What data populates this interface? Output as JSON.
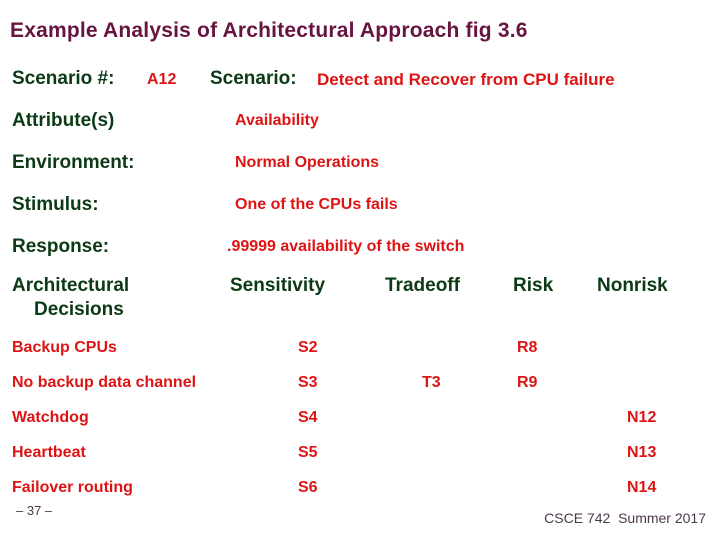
{
  "slide": {
    "title": "Example Analysis of Architectural Approach fig 3.6",
    "footer_left": "– 37 –",
    "footer_right": "CSCE 742  Summer 2017"
  },
  "scenario_header": {
    "number_label": "Scenario #:",
    "number_value": "A12",
    "scenario_label": "Scenario:",
    "scenario_value": "Detect and Recover from CPU failure"
  },
  "fields": [
    {
      "label": "Attribute(s)",
      "value": "Availability"
    },
    {
      "label": "Environment:",
      "value": "Normal Operations"
    },
    {
      "label": "Stimulus:",
      "value": "One of the CPUs fails"
    },
    {
      "label": "Response:",
      "value": ".99999 availability of the switch"
    }
  ],
  "table": {
    "header": {
      "decisions_line1": "Architectural",
      "decisions_line2": "Decisions",
      "sensitivity": "Sensitivity",
      "tradeoff": "Tradeoff",
      "risk": "Risk",
      "nonrisk": "Nonrisk"
    },
    "rows": [
      {
        "decision": "Backup CPUs",
        "sensitivity": "S2",
        "tradeoff": "",
        "risk": "R8",
        "nonrisk": ""
      },
      {
        "decision": "No backup data channel",
        "sensitivity": "S3",
        "tradeoff": "T3",
        "risk": "R9",
        "nonrisk": ""
      },
      {
        "decision": "Watchdog",
        "sensitivity": "S4",
        "tradeoff": "",
        "risk": "",
        "nonrisk": "N12"
      },
      {
        "decision": "Heartbeat",
        "sensitivity": "S5",
        "tradeoff": "",
        "risk": "",
        "nonrisk": "N13"
      },
      {
        "decision": "Failover routing",
        "sensitivity": "S6",
        "tradeoff": "",
        "risk": "",
        "nonrisk": "N14"
      }
    ]
  },
  "colors": {
    "title": "#671441",
    "label_green": "#0c3a16",
    "value_red": "#de1414",
    "footer": "#4c384c"
  }
}
